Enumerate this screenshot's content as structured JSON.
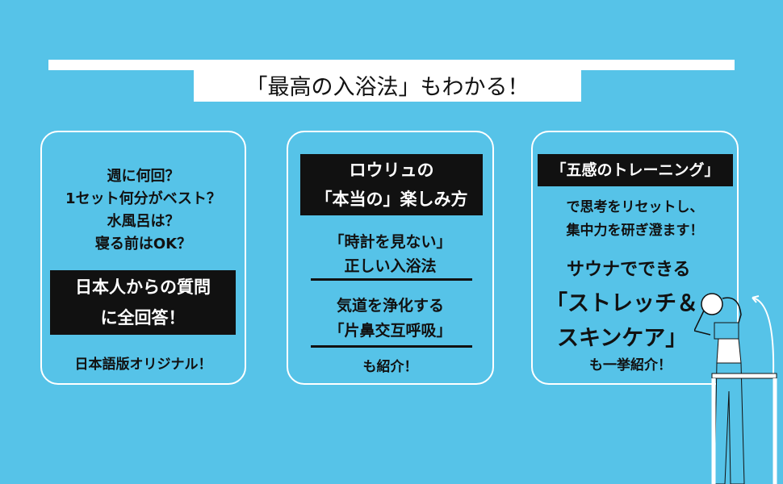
{
  "header": {
    "title": "「最高の入浴法」もわかる！"
  },
  "cards": [
    {
      "lines": [
        "週に何回？",
        "1セット何分がベスト？",
        "水風呂は？",
        "寝る前はOK？"
      ],
      "highlight": [
        "日本人からの質問",
        "に全回答！"
      ],
      "footer": "日本語版オリジナル！"
    },
    {
      "highlight": [
        "ロウリュの",
        "「本当の」楽しみ方"
      ],
      "lines": [
        "「時計を見ない」",
        "正しい入浴法",
        "気道を浄化する",
        "「片鼻交互呼吸」",
        "も紹介！"
      ]
    },
    {
      "highlight": "「五感のトレーニング」",
      "lines": [
        "で思考をリセットし、",
        "集中力を研ぎ澄ます！"
      ],
      "big": [
        "サウナでできる",
        "「ストレッチ＆",
        "スキンケア」"
      ],
      "footer": "も一挙紹介！"
    }
  ],
  "colors": {
    "background": "#56c3e8",
    "highlight": "#111111"
  }
}
